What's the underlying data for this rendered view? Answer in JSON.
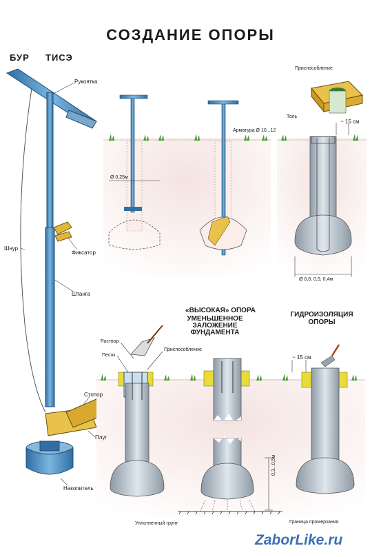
{
  "title": "СОЗДАНИЕ ОПОРЫ",
  "tool": {
    "heading_left": "БУР",
    "heading_right": "ТИСЭ",
    "labels": {
      "handle": "Рукоятка",
      "cord": "Шнур",
      "lock": "Фиксатор",
      "rod": "Штанга",
      "stopper": "Стопор",
      "plow": "Плуг",
      "collector": "Накопитель"
    }
  },
  "top_row": {
    "diameter_label": "Ø 0,25м",
    "rebar_label": "Арматура Ø 10...12",
    "device_label": "Приспособление",
    "roofing_label": "Толь",
    "offset_label": "~ 15 см",
    "base_diameter_label": "Ø 0,6; 0,5; 0,4м"
  },
  "bottom_row": {
    "high_support_title": "«ВЫСОКАЯ» ОПОРА",
    "shallow_title_1": "УМЕНЬШЕННОЕ",
    "shallow_title_2": "ЗАЛОЖЕНИЕ",
    "shallow_title_3": "ФУНДАМЕНТА",
    "waterproof_title_1": "ГИДРОИЗОЛЯЦИЯ",
    "waterproof_title_2": "ОПОРЫ",
    "mortar_label": "Раствор",
    "sand_label": "Песок",
    "device_label": "Приспособление",
    "offset_label": "~ 15 см",
    "depth_label": "0,3...0,5м",
    "compacted_soil_label": "Уплотненный грунт",
    "freeze_boundary_label": "Граница промерзания"
  },
  "watermark": "ZaborLike.ru",
  "colors": {
    "steel": "#4a90c4",
    "steel_dark": "#1f5a8a",
    "concrete": "#b7c2cc",
    "soil": "#f0d9d6",
    "wood": "#e8c24a",
    "sand": "#e9dc3a",
    "grass": "#4d9a3a"
  }
}
